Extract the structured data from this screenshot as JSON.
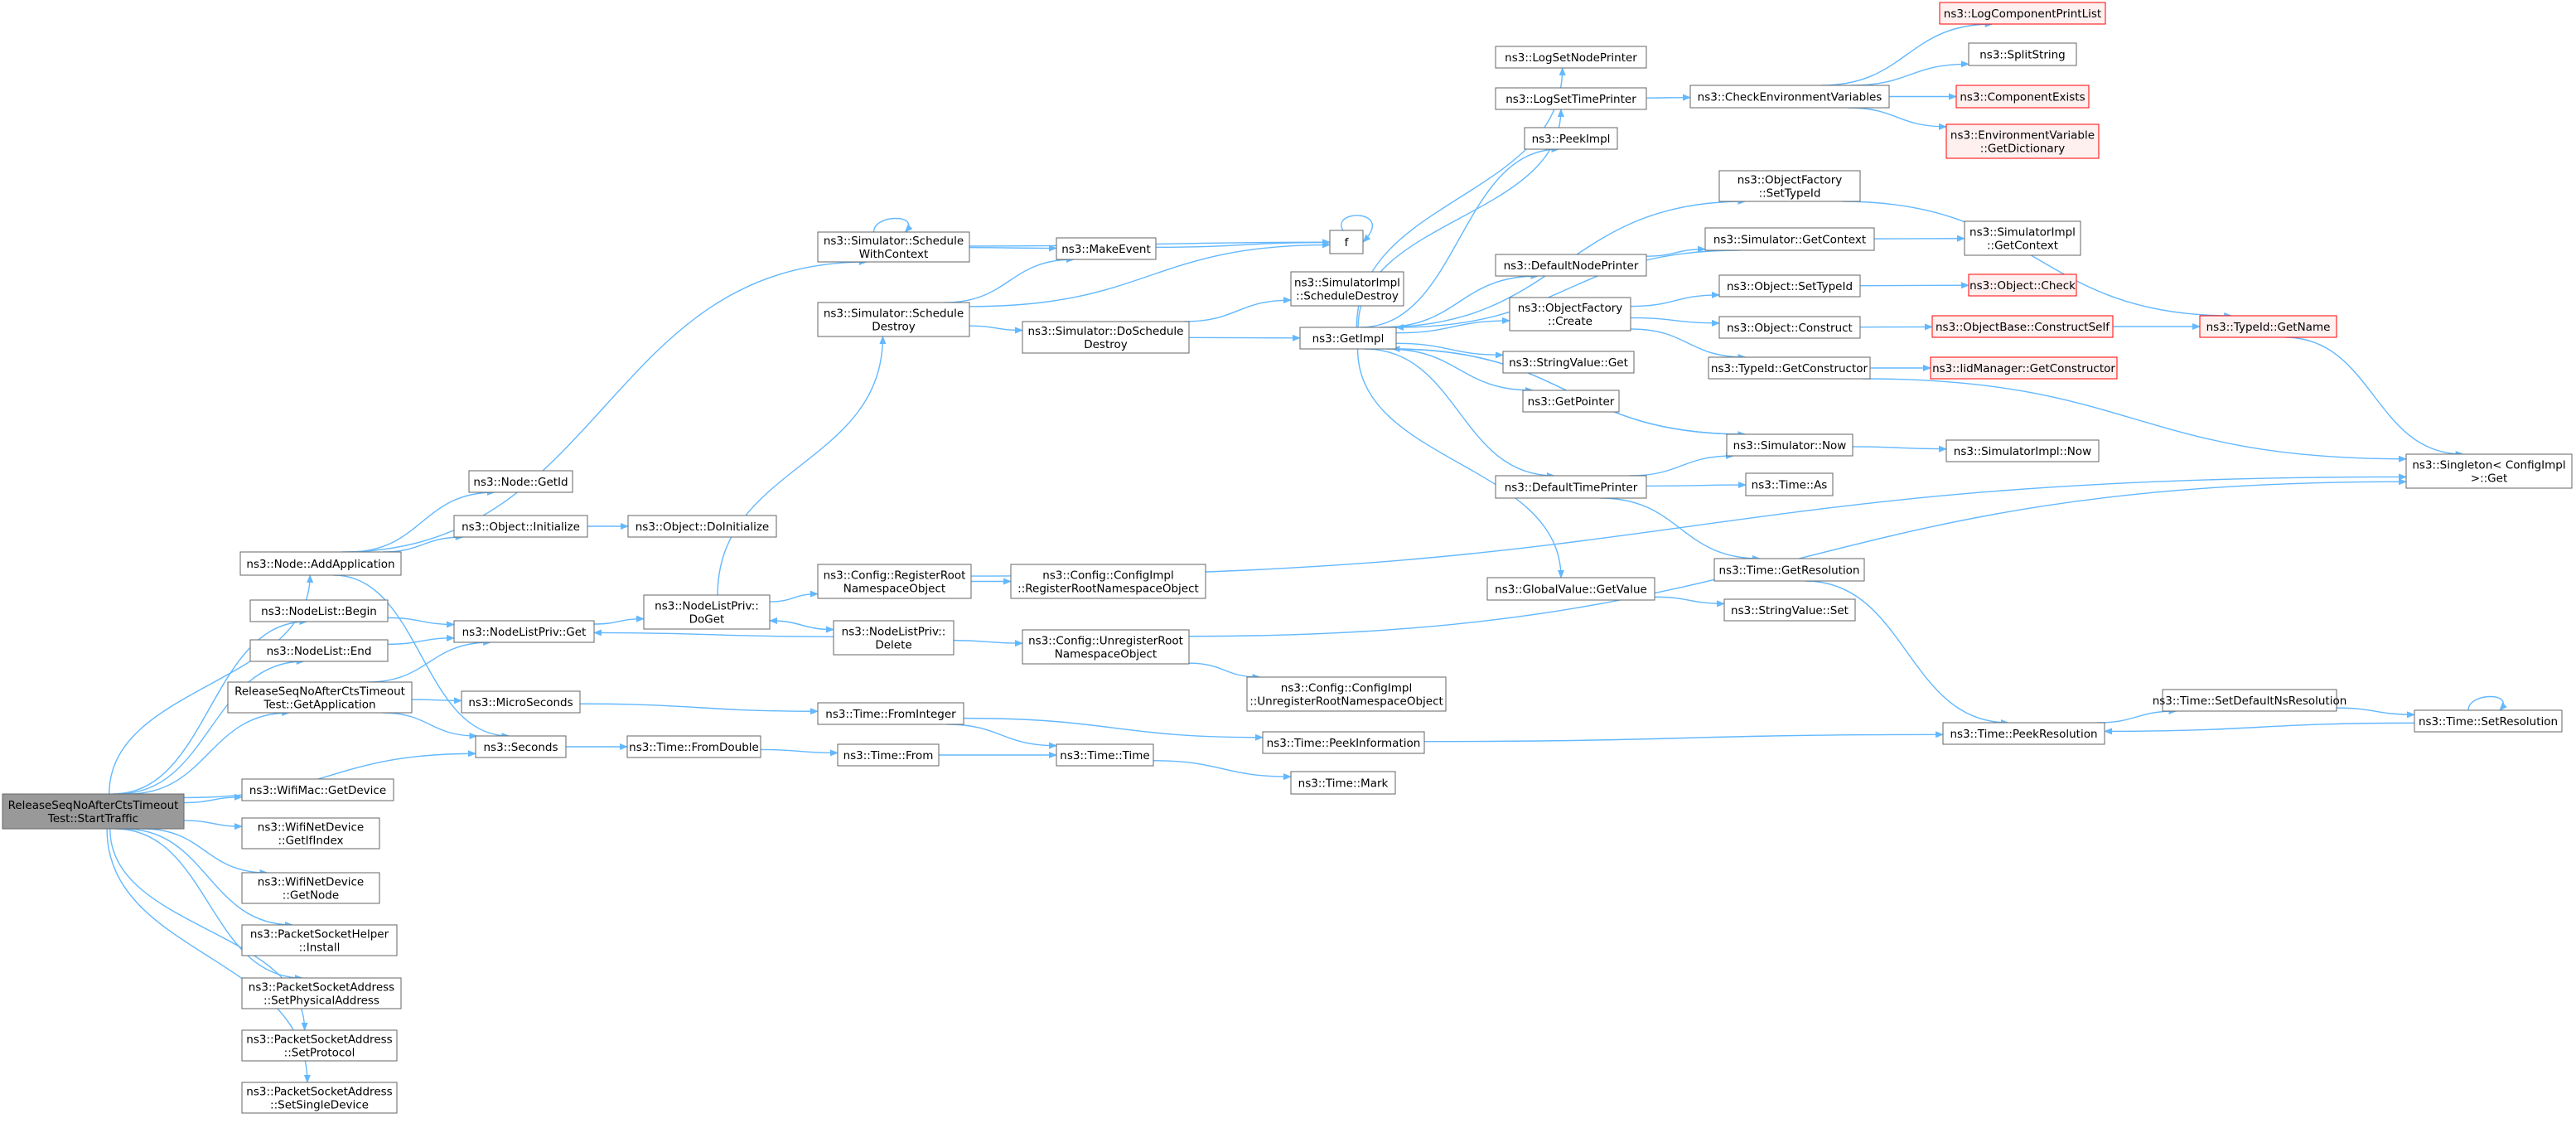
{
  "colors": {
    "edge": "#63b8ff",
    "node_border": "#666666",
    "node_fill": "#ffffff",
    "root_fill": "#999999",
    "truncated_border": "#ff0000",
    "truncated_fill": "#fff0f0",
    "text": "#000000"
  },
  "nodes": [
    {
      "id": "root",
      "lines": [
        "ReleaseSeqNoAfterCtsTimeout",
        "Test::StartTraffic"
      ],
      "kind": "root"
    },
    {
      "id": "addapp",
      "lines": [
        "ns3::Node::AddApplication"
      ],
      "kind": "normal"
    },
    {
      "id": "nlbegin",
      "lines": [
        "ns3::NodeList::Begin"
      ],
      "kind": "normal"
    },
    {
      "id": "nlend",
      "lines": [
        "ns3::NodeList::End"
      ],
      "kind": "normal"
    },
    {
      "id": "getapp",
      "lines": [
        "ReleaseSeqNoAfterCtsTimeout",
        "Test::GetApplication"
      ],
      "kind": "normal"
    },
    {
      "id": "seconds",
      "lines": [
        "ns3::Seconds"
      ],
      "kind": "normal"
    },
    {
      "id": "macgetdev",
      "lines": [
        "ns3::WifiMac::GetDevice"
      ],
      "kind": "normal"
    },
    {
      "id": "getifindex",
      "lines": [
        "ns3::WifiNetDevice",
        "::GetIfIndex"
      ],
      "kind": "normal"
    },
    {
      "id": "getnode",
      "lines": [
        "ns3::WifiNetDevice",
        "::GetNode"
      ],
      "kind": "normal"
    },
    {
      "id": "install",
      "lines": [
        "ns3::PacketSocketHelper",
        "::Install"
      ],
      "kind": "normal"
    },
    {
      "id": "setphys",
      "lines": [
        "ns3::PacketSocketAddress",
        "::SetPhysicalAddress"
      ],
      "kind": "normal"
    },
    {
      "id": "setproto",
      "lines": [
        "ns3::PacketSocketAddress",
        "::SetProtocol"
      ],
      "kind": "normal"
    },
    {
      "id": "setsingle",
      "lines": [
        "ns3::PacketSocketAddress",
        "::SetSingleDevice"
      ],
      "kind": "normal"
    },
    {
      "id": "nodegetid",
      "lines": [
        "ns3::Node::GetId"
      ],
      "kind": "normal"
    },
    {
      "id": "objinit",
      "lines": [
        "ns3::Object::Initialize"
      ],
      "kind": "normal"
    },
    {
      "id": "objdoinit",
      "lines": [
        "ns3::Object::DoInitialize"
      ],
      "kind": "normal"
    },
    {
      "id": "schedctx",
      "lines": [
        "ns3::Simulator::Schedule",
        "WithContext"
      ],
      "kind": "normal"
    },
    {
      "id": "scheddestroy",
      "lines": [
        "ns3::Simulator::Schedule",
        "Destroy"
      ],
      "kind": "normal"
    },
    {
      "id": "nlpget",
      "lines": [
        "ns3::NodeListPriv::Get"
      ],
      "kind": "normal"
    },
    {
      "id": "nlpdoget",
      "lines": [
        "ns3::NodeListPriv::",
        "DoGet"
      ],
      "kind": "normal"
    },
    {
      "id": "nlpdelete",
      "lines": [
        "ns3::NodeListPriv::",
        "Delete"
      ],
      "kind": "normal"
    },
    {
      "id": "microsec",
      "lines": [
        "ns3::MicroSeconds"
      ],
      "kind": "normal"
    },
    {
      "id": "cfgregroot",
      "lines": [
        "ns3::Config::RegisterRoot",
        "NamespaceObject"
      ],
      "kind": "normal"
    },
    {
      "id": "cfgimplreg",
      "lines": [
        "ns3::Config::ConfigImpl",
        "::RegisterRootNamespaceObject"
      ],
      "kind": "normal"
    },
    {
      "id": "makeevent",
      "lines": [
        "ns3::MakeEvent"
      ],
      "kind": "normal"
    },
    {
      "id": "dosched",
      "lines": [
        "ns3::Simulator::DoSchedule",
        "Destroy"
      ],
      "kind": "normal"
    },
    {
      "id": "cfgunreg",
      "lines": [
        "ns3::Config::UnregisterRoot",
        "NamespaceObject"
      ],
      "kind": "normal"
    },
    {
      "id": "cfgimplunreg",
      "lines": [
        "ns3::Config::ConfigImpl",
        "::UnregisterRootNamespaceObject"
      ],
      "kind": "normal"
    },
    {
      "id": "fromint",
      "lines": [
        "ns3::Time::FromInteger"
      ],
      "kind": "normal"
    },
    {
      "id": "fromdouble",
      "lines": [
        "ns3::Time::FromDouble"
      ],
      "kind": "normal"
    },
    {
      "id": "timefrom",
      "lines": [
        "ns3::Time::From"
      ],
      "kind": "normal"
    },
    {
      "id": "timetime",
      "lines": [
        "ns3::Time::Time"
      ],
      "kind": "normal"
    },
    {
      "id": "timemark",
      "lines": [
        "ns3::Time::Mark"
      ],
      "kind": "normal"
    },
    {
      "id": "peekinfo",
      "lines": [
        "ns3::Time::PeekInformation"
      ],
      "kind": "normal"
    },
    {
      "id": "f",
      "lines": [
        "f"
      ],
      "kind": "normal"
    },
    {
      "id": "simimplsd",
      "lines": [
        "ns3::SimulatorImpl",
        "::ScheduleDestroy"
      ],
      "kind": "normal"
    },
    {
      "id": "getimpl",
      "lines": [
        "ns3::GetImpl"
      ],
      "kind": "normal"
    },
    {
      "id": "logsetnode",
      "lines": [
        "ns3::LogSetNodePrinter"
      ],
      "kind": "normal"
    },
    {
      "id": "logsettime",
      "lines": [
        "ns3::LogSetTimePrinter"
      ],
      "kind": "normal"
    },
    {
      "id": "peekimpl",
      "lines": [
        "ns3::PeekImpl"
      ],
      "kind": "normal"
    },
    {
      "id": "defnodeprinter",
      "lines": [
        "ns3::DefaultNodePrinter"
      ],
      "kind": "normal"
    },
    {
      "id": "ofcreate",
      "lines": [
        "ns3::ObjectFactory",
        "::Create"
      ],
      "kind": "normal"
    },
    {
      "id": "strvalget",
      "lines": [
        "ns3::StringValue::Get"
      ],
      "kind": "normal"
    },
    {
      "id": "getpointer",
      "lines": [
        "ns3::GetPointer"
      ],
      "kind": "normal"
    },
    {
      "id": "deftimeprinter",
      "lines": [
        "ns3::DefaultTimePrinter"
      ],
      "kind": "normal"
    },
    {
      "id": "gvgetvalue",
      "lines": [
        "ns3::GlobalValue::GetValue"
      ],
      "kind": "normal"
    },
    {
      "id": "checkenv",
      "lines": [
        "ns3::CheckEnvironmentVariables"
      ],
      "kind": "normal"
    },
    {
      "id": "ofsettypeid",
      "lines": [
        "ns3::ObjectFactory",
        "::SetTypeId"
      ],
      "kind": "normal"
    },
    {
      "id": "simgetctx",
      "lines": [
        "ns3::Simulator::GetContext"
      ],
      "kind": "normal"
    },
    {
      "id": "objsettypeid",
      "lines": [
        "ns3::Object::SetTypeId"
      ],
      "kind": "normal"
    },
    {
      "id": "objconstruct",
      "lines": [
        "ns3::Object::Construct"
      ],
      "kind": "normal"
    },
    {
      "id": "tidgetctor",
      "lines": [
        "ns3::TypeId::GetConstructor"
      ],
      "kind": "normal"
    },
    {
      "id": "simnow",
      "lines": [
        "ns3::Simulator::Now"
      ],
      "kind": "normal"
    },
    {
      "id": "timeas",
      "lines": [
        "ns3::Time::As"
      ],
      "kind": "normal"
    },
    {
      "id": "timegetres",
      "lines": [
        "ns3::Time::GetResolution"
      ],
      "kind": "normal"
    },
    {
      "id": "strvalset",
      "lines": [
        "ns3::StringValue::Set"
      ],
      "kind": "normal"
    },
    {
      "id": "logcomplist",
      "lines": [
        "ns3::LogComponentPrintList"
      ],
      "kind": "truncated"
    },
    {
      "id": "splitstring",
      "lines": [
        "ns3::SplitString"
      ],
      "kind": "normal"
    },
    {
      "id": "compexists",
      "lines": [
        "ns3::ComponentExists"
      ],
      "kind": "truncated"
    },
    {
      "id": "envgetdict",
      "lines": [
        "ns3::EnvironmentVariable",
        "::GetDictionary"
      ],
      "kind": "truncated"
    },
    {
      "id": "simimplgetctx",
      "lines": [
        "ns3::SimulatorImpl",
        "::GetContext"
      ],
      "kind": "normal"
    },
    {
      "id": "objcheck",
      "lines": [
        "ns3::Object::Check"
      ],
      "kind": "truncated"
    },
    {
      "id": "obconstructself",
      "lines": [
        "ns3::ObjectBase::ConstructSelf"
      ],
      "kind": "truncated"
    },
    {
      "id": "iidgetctor",
      "lines": [
        "ns3::IidManager::GetConstructor"
      ],
      "kind": "truncated"
    },
    {
      "id": "simimplnow",
      "lines": [
        "ns3::SimulatorImpl::Now"
      ],
      "kind": "normal"
    },
    {
      "id": "tidgetname",
      "lines": [
        "ns3::TypeId::GetName"
      ],
      "kind": "truncated"
    },
    {
      "id": "singleton",
      "lines": [
        "ns3::Singleton< ConfigImpl",
        " >::Get"
      ],
      "kind": "normal"
    },
    {
      "id": "peekres",
      "lines": [
        "ns3::Time::PeekResolution"
      ],
      "kind": "normal"
    },
    {
      "id": "setdefns",
      "lines": [
        "ns3::Time::SetDefaultNsResolution"
      ],
      "kind": "normal"
    },
    {
      "id": "setres",
      "lines": [
        "ns3::Time::SetResolution"
      ],
      "kind": "normal"
    }
  ],
  "edges": [
    [
      "root",
      "addapp"
    ],
    [
      "root",
      "nlbegin"
    ],
    [
      "root",
      "nlend"
    ],
    [
      "root",
      "getapp"
    ],
    [
      "root",
      "seconds"
    ],
    [
      "root",
      "macgetdev"
    ],
    [
      "root",
      "getifindex"
    ],
    [
      "root",
      "getnode"
    ],
    [
      "root",
      "install"
    ],
    [
      "root",
      "setphys"
    ],
    [
      "root",
      "setproto"
    ],
    [
      "root",
      "setsingle"
    ],
    [
      "addapp",
      "nodegetid"
    ],
    [
      "addapp",
      "objinit"
    ],
    [
      "addapp",
      "schedctx"
    ],
    [
      "addapp",
      "seconds"
    ],
    [
      "objinit",
      "objdoinit"
    ],
    [
      "nlbegin",
      "nlpget"
    ],
    [
      "nlend",
      "nlpget"
    ],
    [
      "getapp",
      "nlpget"
    ],
    [
      "getapp",
      "microsec"
    ],
    [
      "getapp",
      "seconds"
    ],
    [
      "nlpget",
      "nlpdoget"
    ],
    [
      "nlpdoget",
      "scheddestroy"
    ],
    [
      "nlpdoget",
      "cfgregroot"
    ],
    [
      "nlpdoget",
      "nlpdelete"
    ],
    [
      "nlpdelete",
      "nlpdoget"
    ],
    [
      "nlpdelete",
      "nlpget"
    ],
    [
      "nlpdelete",
      "cfgunreg"
    ],
    [
      "cfgregroot",
      "cfgimplreg"
    ],
    [
      "cfgregroot",
      "singleton"
    ],
    [
      "cfgunreg",
      "cfgimplunreg"
    ],
    [
      "cfgunreg",
      "singleton"
    ],
    [
      "microsec",
      "fromint"
    ],
    [
      "seconds",
      "fromdouble"
    ],
    [
      "fromdouble",
      "timefrom"
    ],
    [
      "timefrom",
      "timetime"
    ],
    [
      "fromint",
      "timetime"
    ],
    [
      "fromint",
      "peekinfo"
    ],
    [
      "timetime",
      "timemark"
    ],
    [
      "peekinfo",
      "peekres"
    ],
    [
      "schedctx",
      "schedctx"
    ],
    [
      "schedctx",
      "makeevent"
    ],
    [
      "schedctx",
      "f"
    ],
    [
      "scheddestroy",
      "makeevent"
    ],
    [
      "scheddestroy",
      "f"
    ],
    [
      "scheddestroy",
      "dosched"
    ],
    [
      "makeevent",
      "f"
    ],
    [
      "f",
      "f"
    ],
    [
      "dosched",
      "simimplsd"
    ],
    [
      "dosched",
      "getimpl"
    ],
    [
      "getimpl",
      "logsetnode"
    ],
    [
      "getimpl",
      "logsettime"
    ],
    [
      "getimpl",
      "peekimpl"
    ],
    [
      "getimpl",
      "defnodeprinter"
    ],
    [
      "getimpl",
      "ofsettypeid"
    ],
    [
      "getimpl",
      "ofcreate"
    ],
    [
      "getimpl",
      "strvalget"
    ],
    [
      "getimpl",
      "getpointer"
    ],
    [
      "getimpl",
      "simnow"
    ],
    [
      "getimpl",
      "deftimeprinter"
    ],
    [
      "getimpl",
      "gvgetvalue"
    ],
    [
      "logsettime",
      "checkenv"
    ],
    [
      "checkenv",
      "logcomplist"
    ],
    [
      "checkenv",
      "splitstring"
    ],
    [
      "checkenv",
      "compexists"
    ],
    [
      "checkenv",
      "envgetdict"
    ],
    [
      "ofsettypeid",
      "tidgetname"
    ],
    [
      "simgetctx",
      "getimpl"
    ],
    [
      "simgetctx",
      "simimplgetctx"
    ],
    [
      "defnodeprinter",
      "simgetctx"
    ],
    [
      "ofcreate",
      "objsettypeid"
    ],
    [
      "ofcreate",
      "objconstruct"
    ],
    [
      "ofcreate",
      "tidgetctor"
    ],
    [
      "objsettypeid",
      "objcheck"
    ],
    [
      "objconstruct",
      "obconstructself"
    ],
    [
      "obconstructself",
      "tidgetname"
    ],
    [
      "tidgetctor",
      "iidgetctor"
    ],
    [
      "tidgetctor",
      "singleton"
    ],
    [
      "simnow",
      "getimpl"
    ],
    [
      "simnow",
      "simimplnow"
    ],
    [
      "deftimeprinter",
      "simnow"
    ],
    [
      "deftimeprinter",
      "timeas"
    ],
    [
      "deftimeprinter",
      "timegetres"
    ],
    [
      "timegetres",
      "peekres"
    ],
    [
      "gvgetvalue",
      "strvalset"
    ],
    [
      "tidgetname",
      "singleton"
    ],
    [
      "peekres",
      "setdefns"
    ],
    [
      "setdefns",
      "setres"
    ],
    [
      "setres",
      "setres"
    ],
    [
      "setres",
      "peekres"
    ]
  ]
}
